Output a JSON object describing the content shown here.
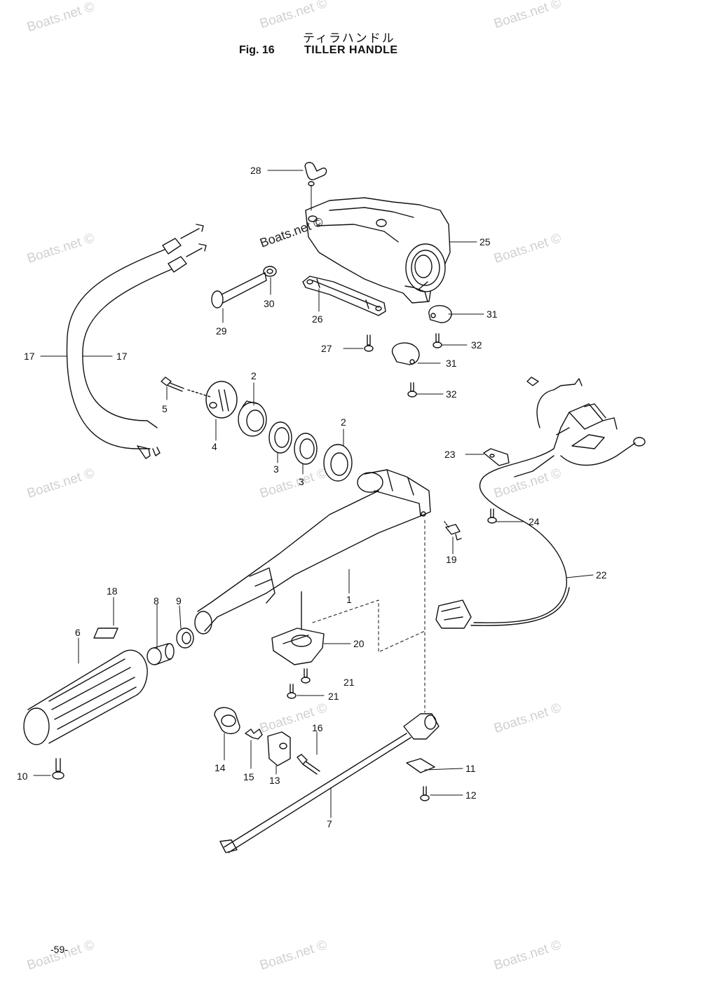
{
  "header": {
    "japanese_title": "ティラハンドル",
    "figure": "Fig. 16",
    "title": "TILLER HANDLE"
  },
  "page_number": "-59-",
  "watermark": "Boats.net ©",
  "callouts": [
    {
      "id": "28",
      "label": "28"
    },
    {
      "id": "25",
      "label": "25"
    },
    {
      "id": "30",
      "label": "30"
    },
    {
      "id": "29",
      "label": "29"
    },
    {
      "id": "26",
      "label": "26"
    },
    {
      "id": "27",
      "label": "27"
    },
    {
      "id": "31a",
      "label": "31"
    },
    {
      "id": "32a",
      "label": "32"
    },
    {
      "id": "31b",
      "label": "31"
    },
    {
      "id": "32b",
      "label": "32"
    },
    {
      "id": "17a",
      "label": "17"
    },
    {
      "id": "17b",
      "label": "17"
    },
    {
      "id": "2a",
      "label": "2"
    },
    {
      "id": "5",
      "label": "5"
    },
    {
      "id": "4",
      "label": "4"
    },
    {
      "id": "3a",
      "label": "3"
    },
    {
      "id": "3b",
      "label": "3"
    },
    {
      "id": "2b",
      "label": "2"
    },
    {
      "id": "23",
      "label": "23"
    },
    {
      "id": "24",
      "label": "24"
    },
    {
      "id": "19",
      "label": "19"
    },
    {
      "id": "22",
      "label": "22"
    },
    {
      "id": "1",
      "label": "1"
    },
    {
      "id": "18",
      "label": "18"
    },
    {
      "id": "8",
      "label": "8"
    },
    {
      "id": "9",
      "label": "9"
    },
    {
      "id": "6",
      "label": "6"
    },
    {
      "id": "20",
      "label": "20"
    },
    {
      "id": "21a",
      "label": "21"
    },
    {
      "id": "21b",
      "label": "21"
    },
    {
      "id": "16",
      "label": "16"
    },
    {
      "id": "14",
      "label": "14"
    },
    {
      "id": "15",
      "label": "15"
    },
    {
      "id": "13",
      "label": "13"
    },
    {
      "id": "11",
      "label": "11"
    },
    {
      "id": "12",
      "label": "12"
    },
    {
      "id": "10",
      "label": "10"
    },
    {
      "id": "7",
      "label": "7"
    }
  ]
}
